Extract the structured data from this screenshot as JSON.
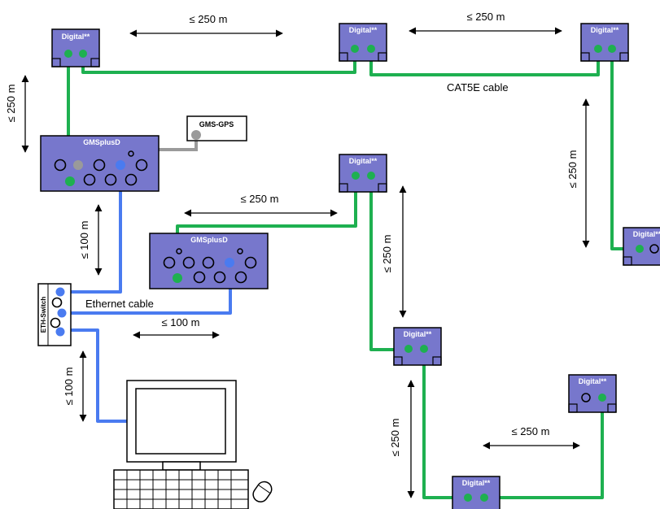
{
  "modules": {
    "digital": "Digital**",
    "gms": "GMSplusD",
    "gps": "GMS-GPS",
    "switch": "ETH-Switch"
  },
  "distances": {
    "d250": "≤ 250 m",
    "d100": "≤ 100 m"
  },
  "cables": {
    "cat5e": "CAT5E cable",
    "ethernet": "Ethernet cable"
  },
  "colors": {
    "box_fill": "#7777cc",
    "green_cable": "#1eb050",
    "blue_cable": "#4a7bf0",
    "gray_cable": "#9a9a9a"
  }
}
